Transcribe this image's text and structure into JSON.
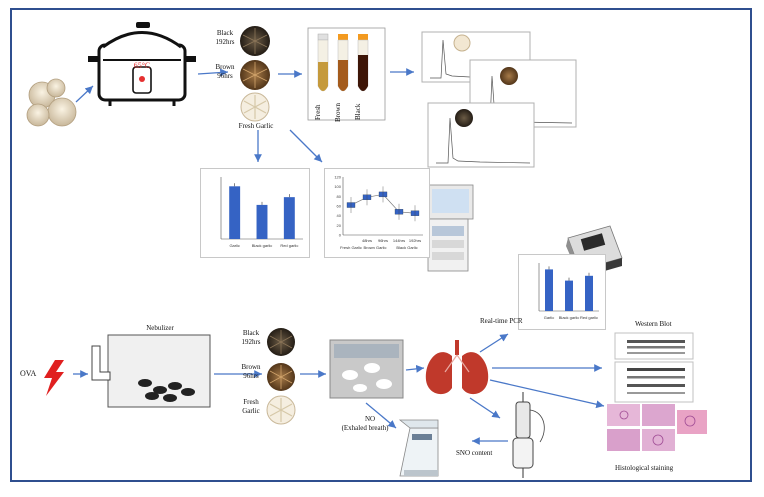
{
  "top": {
    "cooker_temp": "65°C",
    "samples": [
      {
        "name": "Black",
        "time": "192hrs"
      },
      {
        "name": "Brown",
        "time": "96hrs"
      },
      {
        "name": "Fresh Garlic",
        "time": ""
      }
    ],
    "tubes": [
      "Fresh",
      "Brown",
      "Black"
    ]
  },
  "bottom": {
    "ova_label": "OVA",
    "nebulizer_label": "Nebulizer",
    "samples": [
      {
        "name": "Black",
        "time": "192hrs"
      },
      {
        "name": "Brown",
        "time": "96hrs"
      },
      {
        "name": "Fresh",
        "time": "Garlic"
      }
    ],
    "pcr_label": "Real-time  PCR",
    "western_label": "Western Blot",
    "histology_label": "Histological  staining",
    "no_label_line1": "NO",
    "no_label_line2": "(Exhaled  breath)",
    "sno_label": "SNO content"
  },
  "chart_data": [
    {
      "type": "bar",
      "title": "",
      "categories": [
        "Garlic",
        "Black garlic",
        "Red garlic"
      ],
      "values": [
        0.027,
        0.021,
        0.0235
      ],
      "ylim": [
        0.01,
        0.03
      ],
      "color": "#3563c4"
    },
    {
      "type": "line",
      "title": "",
      "x": [
        "Fresh Garlic",
        "48hrs",
        "96hrs",
        "144hrs",
        "192hrs"
      ],
      "values": [
        62,
        78,
        84,
        48,
        45
      ],
      "ylim": [
        0,
        120
      ],
      "x_groups": [
        "Fresh Garlic",
        "Brown Garlic",
        "Black Garlic"
      ],
      "color": "#3563c4"
    },
    {
      "type": "bar",
      "title": "",
      "categories": [
        "Garlic",
        "Black garlic",
        "Red garlic"
      ],
      "values": [
        0.026,
        0.019,
        0.022
      ],
      "ylim": [
        0.0,
        0.03
      ],
      "color": "#3563c4"
    }
  ],
  "colors": {
    "frame": "#2f4f8f",
    "arrow": "#4a78c8",
    "bar": "#3563c4",
    "lung": "#c0392b",
    "ova_bolt": "#e02020"
  }
}
